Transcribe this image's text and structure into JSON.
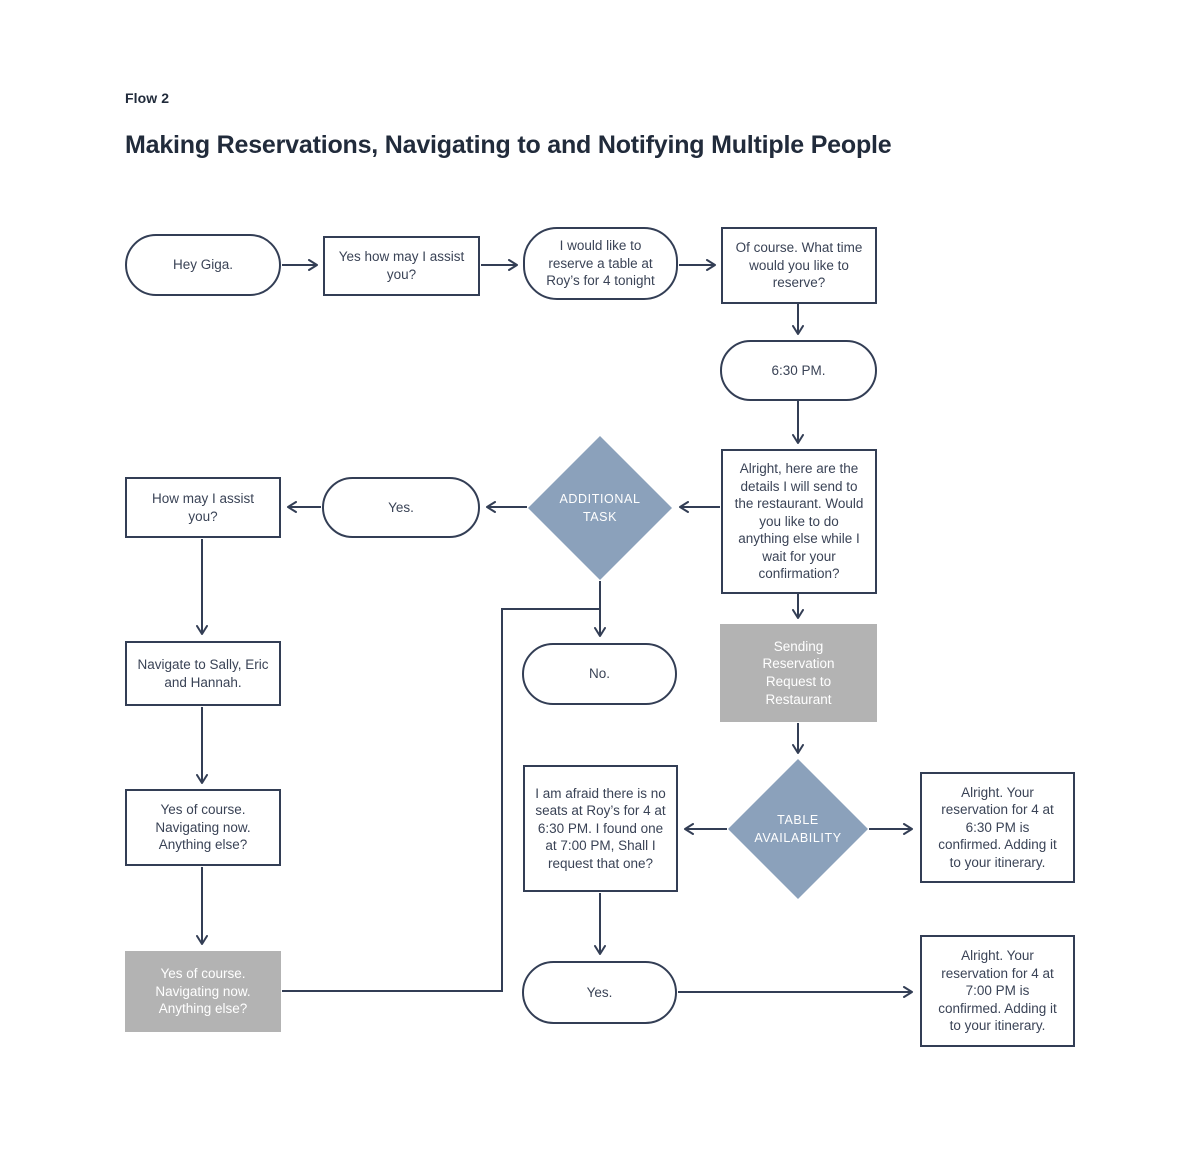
{
  "header": {
    "flow_label": "Flow 2",
    "title": "Making Reservations, Navigating to and Notifying Multiple People"
  },
  "colors": {
    "line": "#333e55",
    "node_text": "#3a4356",
    "title_text": "#212b3b",
    "decision_fill": "#8ba1bb",
    "state_fill": "#b3b3b3",
    "background": "#ffffff"
  },
  "nodes": {
    "hey_giga": {
      "type": "terminal",
      "label": "Hey Giga."
    },
    "assist_first": {
      "type": "process",
      "label": "Yes how may I assist you?"
    },
    "reserve_request": {
      "type": "terminal",
      "label": "I would like to reserve a table at Roy’s for 4 tonight"
    },
    "what_time": {
      "type": "process",
      "label": "Of course. What time would you like to reserve?"
    },
    "time_630": {
      "type": "terminal",
      "label": "6:30 PM."
    },
    "details_confirm": {
      "type": "process",
      "label": "Alright, here are the details I will send to the restaurant. Would you like to do anything else while I wait for your confirmation?"
    },
    "additional_task": {
      "type": "decision",
      "label": "ADDITIONAL TASK"
    },
    "yes_mid": {
      "type": "terminal",
      "label": "Yes."
    },
    "how_assist": {
      "type": "process",
      "label": "How may I assist you?"
    },
    "navigate_people": {
      "type": "process",
      "label": "Navigate to Sally, Eric and Hannah."
    },
    "navigating_now": {
      "type": "process",
      "label": "Yes of course. Navigating now. Anything else?"
    },
    "navigating_now_state": {
      "type": "state",
      "label": "Yes of course. Navigating now. Anything else?"
    },
    "no_mid": {
      "type": "terminal",
      "label": "No."
    },
    "sending_request": {
      "type": "state",
      "label": "Sending Reservation Request to Restaurant"
    },
    "table_availability": {
      "type": "decision",
      "label": "TABLE AVAILABILITY"
    },
    "no_seats": {
      "type": "process",
      "label": "I am afraid there is no seats at Roy’s for 4 at 6:30 PM. I found one at 7:00 PM, Shall I request that one?"
    },
    "confirmed_630": {
      "type": "process",
      "label": "Alright. Your reservation for 4 at 6:30 PM is confirmed. Adding it to your itinerary."
    },
    "yes_bottom": {
      "type": "terminal",
      "label": "Yes."
    },
    "confirmed_700": {
      "type": "process",
      "label": "Alright. Your reservation for 4 at 7:00 PM is confirmed. Adding it to your itinerary."
    }
  }
}
